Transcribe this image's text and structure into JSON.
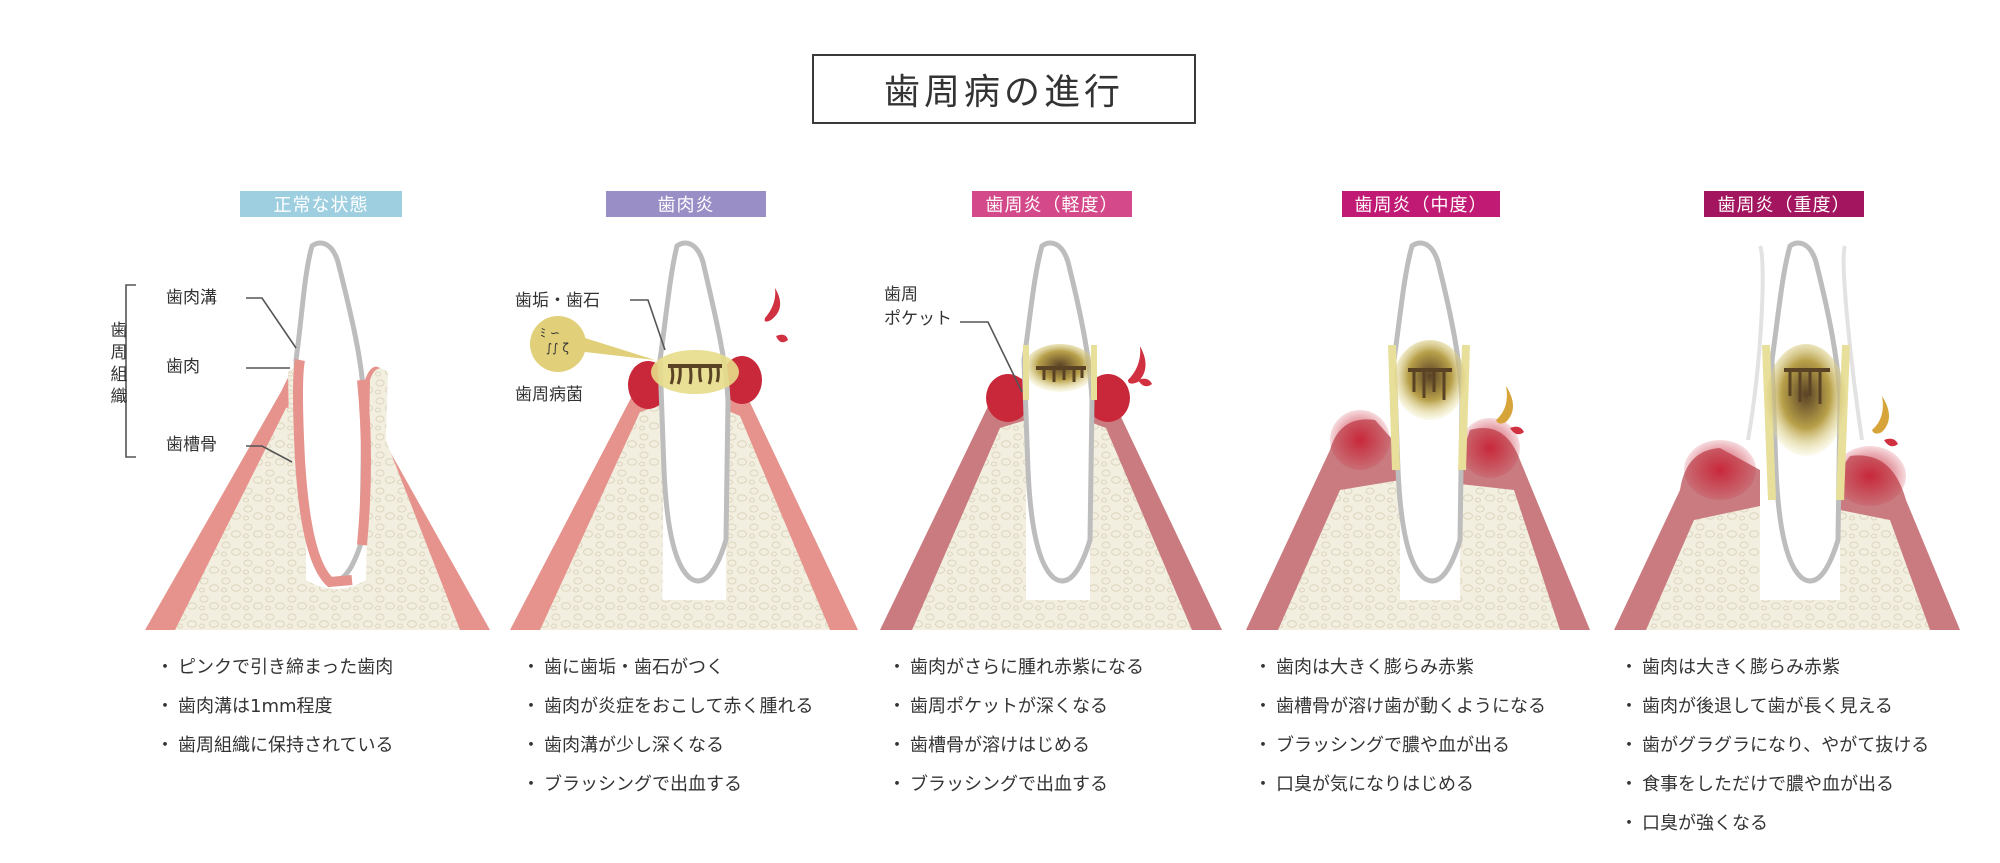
{
  "title": "歯周病の進行",
  "stages": [
    {
      "label": "正常な状態",
      "color": "#9dcfe0",
      "bullets": [
        "ピンクで引き締まった歯肉",
        "歯肉溝は1mm程度",
        "歯周組織に保持されている"
      ]
    },
    {
      "label": "歯肉炎",
      "color": "#9a8ec6",
      "bullets": [
        "歯に歯垢・歯石がつく",
        "歯肉が炎症をおこして赤く腫れる",
        "歯肉溝が少し深くなる",
        "ブラッシングで出血する"
      ]
    },
    {
      "label": "歯周炎（軽度）",
      "color": "#d4498a",
      "bullets": [
        "歯肉がさらに腫れ赤紫になる",
        "歯周ポケットが深くなる",
        "歯槽骨が溶けはじめる",
        "ブラッシングで出血する"
      ]
    },
    {
      "label": "歯周炎（中度）",
      "color": "#c01a74",
      "bullets": [
        "歯肉は大きく膨らみ赤紫",
        "歯槽骨が溶け歯が動くようになる",
        "ブラッシングで膿や血が出る",
        "口臭が気になりはじめる"
      ]
    },
    {
      "label": "歯周炎（重度）",
      "color": "#a3155e",
      "bullets": [
        "歯肉は大きく膨らみ赤紫",
        "歯肉が後退して歯が長く見える",
        "歯がグラグラになり、やがて抜ける",
        "食事をしただけで膿や血が出る",
        "口臭が強くなる"
      ]
    }
  ],
  "callouts": {
    "gingival_sulcus": "歯肉溝",
    "gingiva": "歯肉",
    "alveolar_bone": "歯槽骨",
    "periodontal_tissue": "歯周組織",
    "plaque_tartar": "歯垢・歯石",
    "bacteria": "歯周病菌",
    "pocket_line1": "歯周",
    "pocket_line2": "ポケット"
  },
  "colors": {
    "gum_normal": "#e5938c",
    "gum_mild": "#c97b80",
    "gum_inflamed": "#c8283a",
    "bone": "#f2eee0",
    "plaque": "#d9c76a",
    "tartar": "#5a4225",
    "pus": "#d7a43a",
    "blood": "#d03040"
  }
}
